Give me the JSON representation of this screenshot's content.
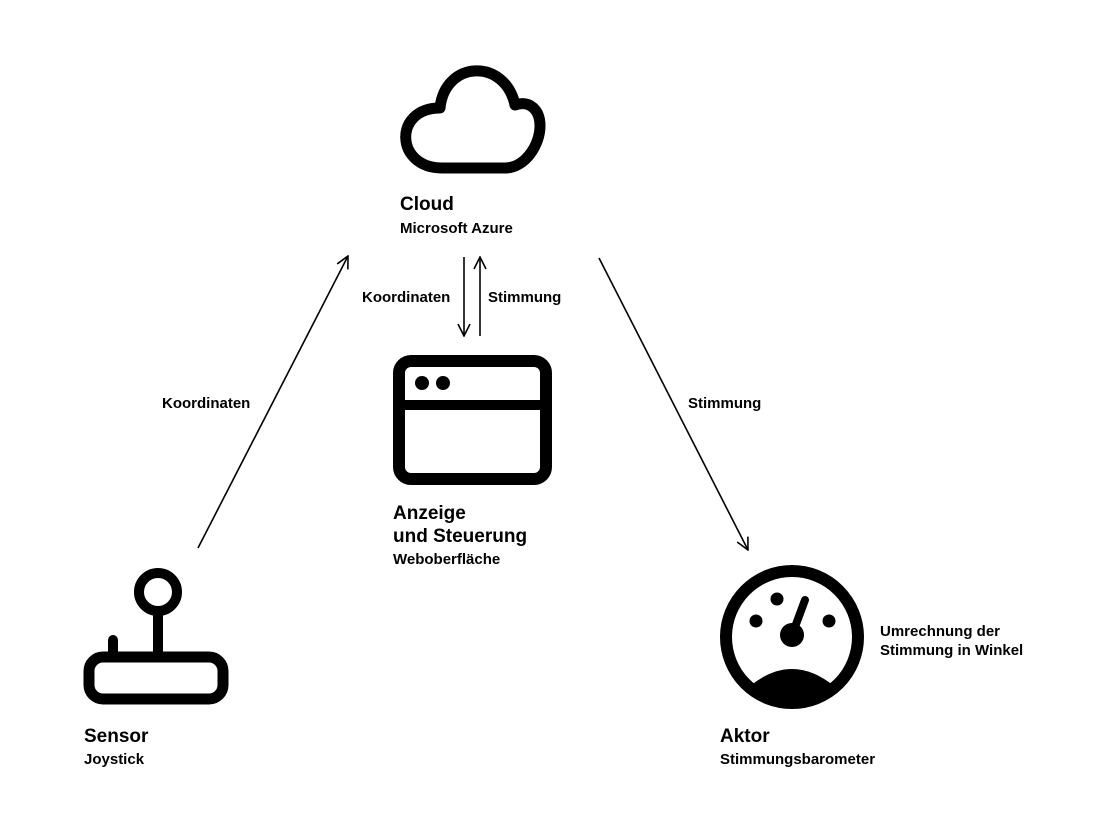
{
  "nodes": {
    "cloud": {
      "title": "Cloud",
      "subtitle": "Microsoft Azure",
      "icon": "cloud-icon"
    },
    "display": {
      "title_line1": "Anzeige",
      "title_line2": "und Steuerung",
      "subtitle": "Weboberfläche",
      "icon": "browser-window-icon"
    },
    "sensor": {
      "title": "Sensor",
      "subtitle": "Joystick",
      "icon": "joystick-icon"
    },
    "actor": {
      "title": "Aktor",
      "subtitle": "Stimmungsbarometer",
      "icon": "gauge-icon",
      "note_line1": "Umrechnung der",
      "note_line2": "Stimmung in Winkel"
    }
  },
  "edges": {
    "sensor_to_cloud": {
      "label": "Koordinaten"
    },
    "cloud_to_display": {
      "label": "Koordinaten"
    },
    "display_to_cloud": {
      "label": "Stimmung"
    },
    "cloud_to_actor": {
      "label": "Stimmung"
    }
  },
  "colors": {
    "stroke": "#000000",
    "background": "#ffffff"
  }
}
